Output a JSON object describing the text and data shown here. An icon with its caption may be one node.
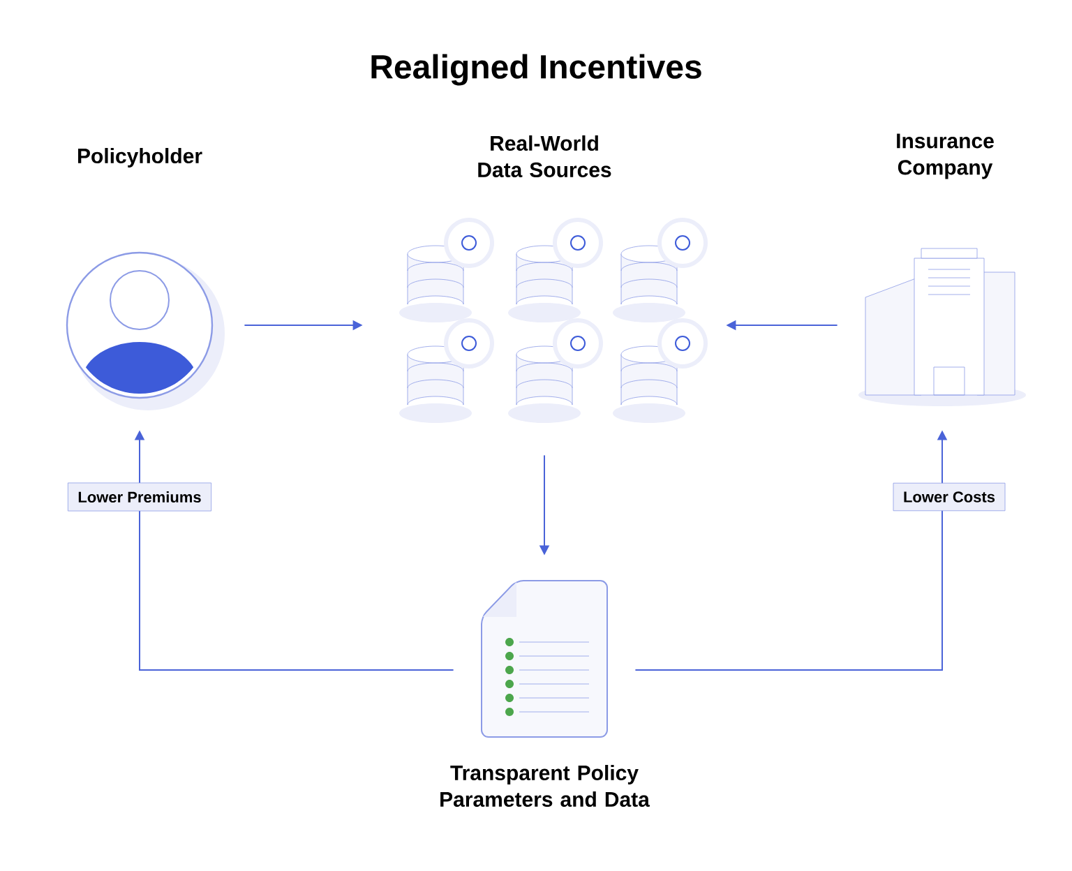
{
  "diagram": {
    "title": "Realigned Incentives",
    "nodes": [
      {
        "text": [
          "Policyholder"
        ]
      },
      {
        "text": [
          "Real-World Data Sources"
        ]
      },
      {
        "text": [
          "Insurance Company"
        ]
      },
      {
        "text": [
          "Transparent Policy Parameters and Data"
        ]
      }
    ],
    "edges": [
      {
        "from": 0,
        "to": 1,
        "arrow": "to"
      },
      {
        "from": 2,
        "to": 1,
        "arrow": "to"
      },
      {
        "from": 1,
        "to": 3,
        "arrow": "to"
      },
      {
        "from": 3,
        "to": 0,
        "arrow": "to",
        "label": "Lower Premiums"
      },
      {
        "from": 3,
        "to": 2,
        "arrow": "to",
        "label": "Lower Costs"
      }
    ]
  }
}
